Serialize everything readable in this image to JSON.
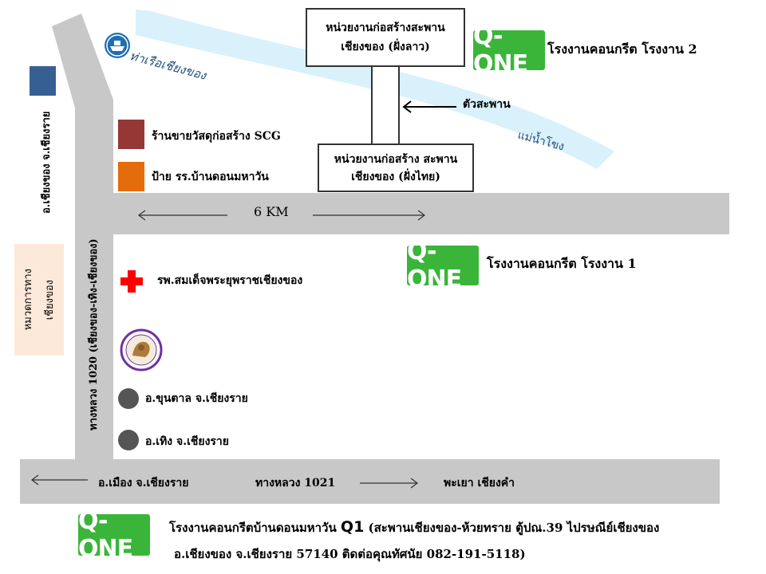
{
  "colors": {
    "road": "#c8c8c8",
    "river": "#d9f1fb",
    "qone_green": "#3ab53a",
    "scg_square": "#953735",
    "school_square": "#e46c0a",
    "district_square": "#376092",
    "police_box": "#fde9d9",
    "hospital_cross": "#ff0000",
    "dot": "#555555"
  },
  "labels": {
    "port": "ท่าเรือเชียงของ",
    "river": "แม่น้ำโขง",
    "bridge": "ตัวสะพาน",
    "bridge_unit_laos_1": "หน่วยงานก่อสร้างสะพาน",
    "bridge_unit_laos_2": "เชียงของ (ฝั่งลาว)",
    "bridge_unit_thai_1": "หน่วยงานก่อสร้าง สะพาน",
    "bridge_unit_thai_2": "เชียงของ (ฝั่งไทย)",
    "plant2": "โรงงานคอนกรีต โรงงาน 2",
    "plant1": "โรงงานคอนกรีต โรงงาน 1",
    "scg": "ร้านขายวัสดุก่อสร้าง SCG",
    "school": "ป้าย รร.บ้านดอนมหาวัน",
    "distance": "6  KM",
    "district_vertical": "อ.เชียงของ จ.เชียงราย",
    "highway_1020": "ทางหลวง 1020 (เชียงของ-เทิง-เชียงของ)",
    "police_1": "หมวดการทาง",
    "police_2": "เชียงของ",
    "hospital": "รพ.สมเด็จพระยุพราชเชียงของ",
    "khun_tan": "อ.ขุนตาล  จ.เชียงราย",
    "thoeng": "อ.เทิง  จ.เชียงราย",
    "mueang": "อ.เมือง จ.เชียงราย",
    "highway_1021": "ทางหลวง  1021",
    "phayao": "พะเยา เชียงคำ",
    "qone": "Q-ONE",
    "footer_line1_a": "โรงงานคอนกรีตบ้านดอนมหาวัน ",
    "footer_q1": "Q1",
    "footer_line1_b": " (สะพานเชียงของ-ห้วยทราย ตู้ปณ.39 ไปรษณีย์เชียงของ",
    "footer_line2": "อ.เชียงของ จ.เชียงราย 57140  ติดต่อคุณทัศนัย 082-191-5118)"
  },
  "icons": {
    "port": "ship-icon",
    "hospital": "red-cross-icon",
    "emblem": "circular-emblem-icon",
    "arrows": "double-arrow-icon"
  }
}
